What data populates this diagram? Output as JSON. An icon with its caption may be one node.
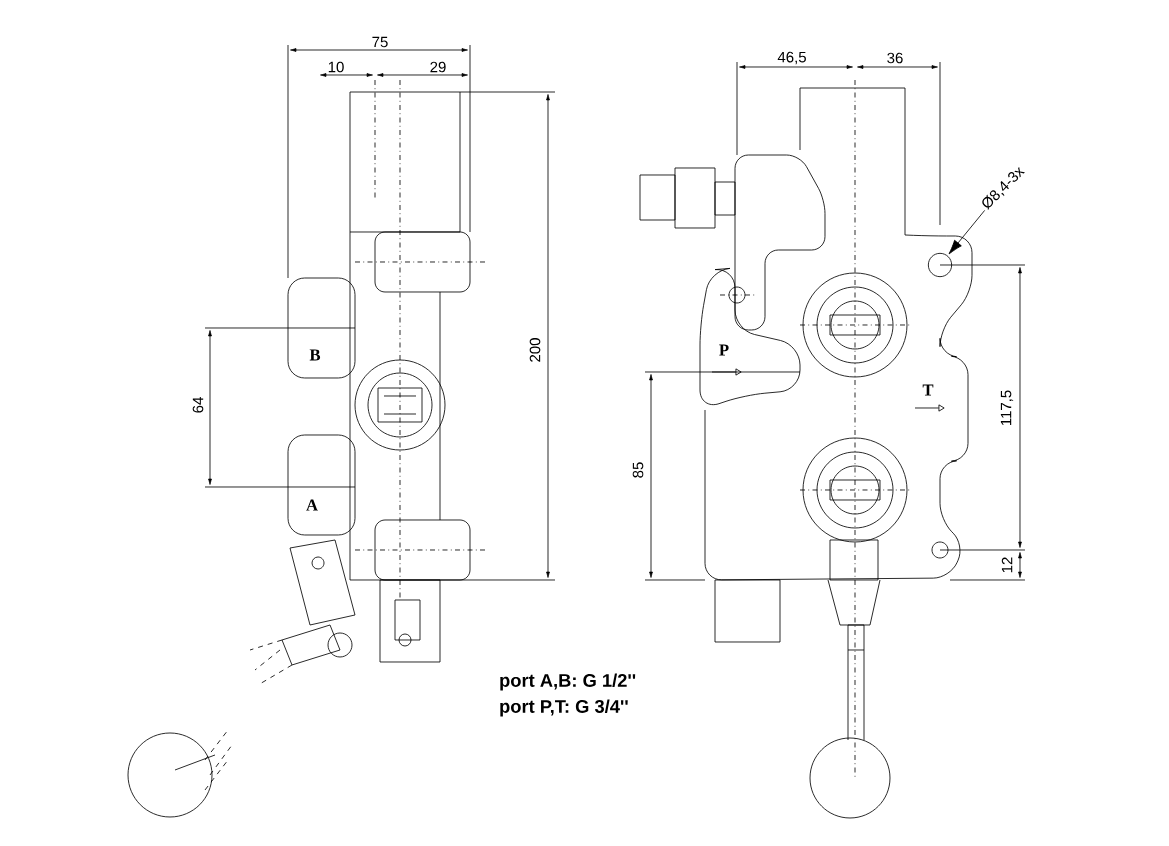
{
  "diagram": {
    "nodes": [
      {
        "text": [
          "Ø8,4-3x"
        ]
      },
      {
        "text": [],
        "shape": "circle"
      }
    ],
    "edges": [
      {
        "from": 0,
        "to": 1,
        "arrow": "to"
      }
    ],
    "labels": [
      "75",
      "10",
      "29",
      "200",
      "64",
      "B",
      "A",
      "46,5",
      "36",
      "117,5",
      "85",
      "12",
      "P",
      "T",
      "port A,B: G 1/2''",
      "port P,T: G 3/4''"
    ]
  }
}
